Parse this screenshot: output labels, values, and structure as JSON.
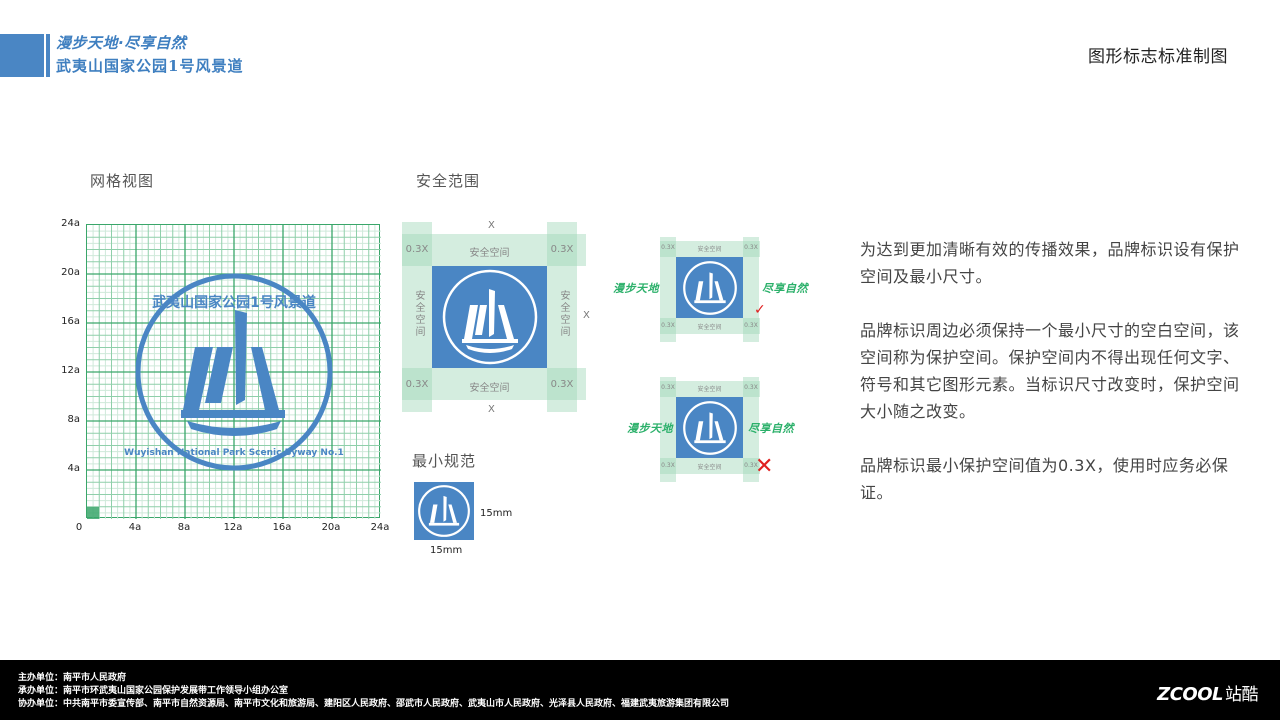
{
  "header": {
    "slogan": "漫步天地·尽享自然",
    "name": "武夷山国家公园1号风景道",
    "page_title": "图形标志标准制图"
  },
  "sections": {
    "grid_view": "网格视图",
    "safe_area": "安全范围",
    "min_spec": "最小规范"
  },
  "grid": {
    "y_ticks": [
      "24a",
      "20a",
      "16a",
      "12a",
      "8a",
      "4a"
    ],
    "x_ticks": [
      "0",
      "4a",
      "8a",
      "12a",
      "16a",
      "20a",
      "24a"
    ],
    "unit_cell_color": "#3aa66a"
  },
  "emblem": {
    "cn_text": "武夷山国家公园1号风景道",
    "en_text": "Wuyishan National Park Scenic Byway No.1",
    "color": "#4a86c4"
  },
  "safe_area": {
    "corner": "0.3X",
    "band_label": "安全空间",
    "band_label_vertical": "安全空间",
    "dimension": "X"
  },
  "examples": {
    "left_slogan": "漫步天地",
    "right_slogan": "尽享自然",
    "correct_mark": "✓",
    "wrong_mark": "✕"
  },
  "min_spec": {
    "width": "15mm",
    "height": "15mm"
  },
  "description": {
    "p1": "为达到更加清晰有效的传播效果，品牌标识设有保护空间及最小尺寸。",
    "p2": "品牌标识周边必须保持一个最小尺寸的空白空间，该空间称为保护空间。保护空间内不得出现任何文字、符号和其它图形元素。当标识尺寸改变时，保护空间大小随之改变。",
    "p3": "品牌标识最小保护空间值为0.3X，使用时应务必保证。"
  },
  "footer": {
    "host": "主办单位：南平市人民政府",
    "organizer": "承办单位：南平市环武夷山国家公园保护发展带工作领导小组办公室",
    "co_organizer": "协办单位：中共南平市委宣传部、南平市自然资源局、南平市文化和旅游局、建阳区人民政府、邵武市人民政府、武夷山市人民政府、光泽县人民政府、福建武夷旅游集团有限公司",
    "brand": "ZCOOL",
    "brand_cn": "站酷"
  }
}
